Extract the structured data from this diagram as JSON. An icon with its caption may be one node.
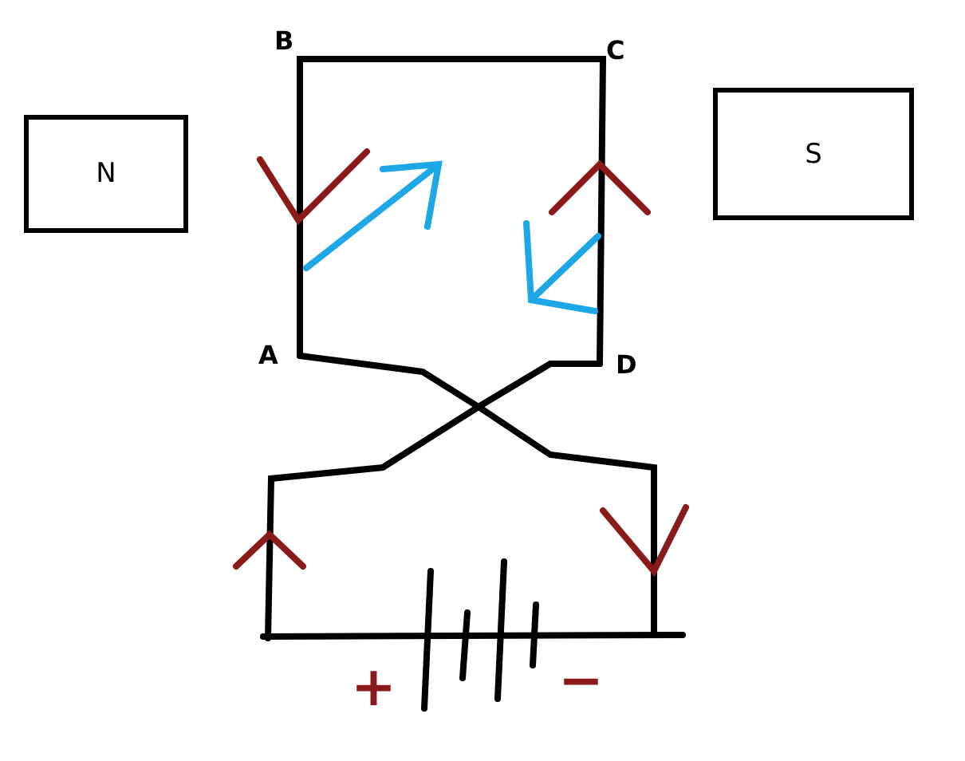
{
  "diagram": {
    "nodes": [
      {
        "text": [
          "N"
        ]
      },
      {
        "text": [
          "S"
        ]
      }
    ],
    "labels": [
      "B",
      "C",
      "A",
      "D",
      "+",
      "−"
    ]
  }
}
